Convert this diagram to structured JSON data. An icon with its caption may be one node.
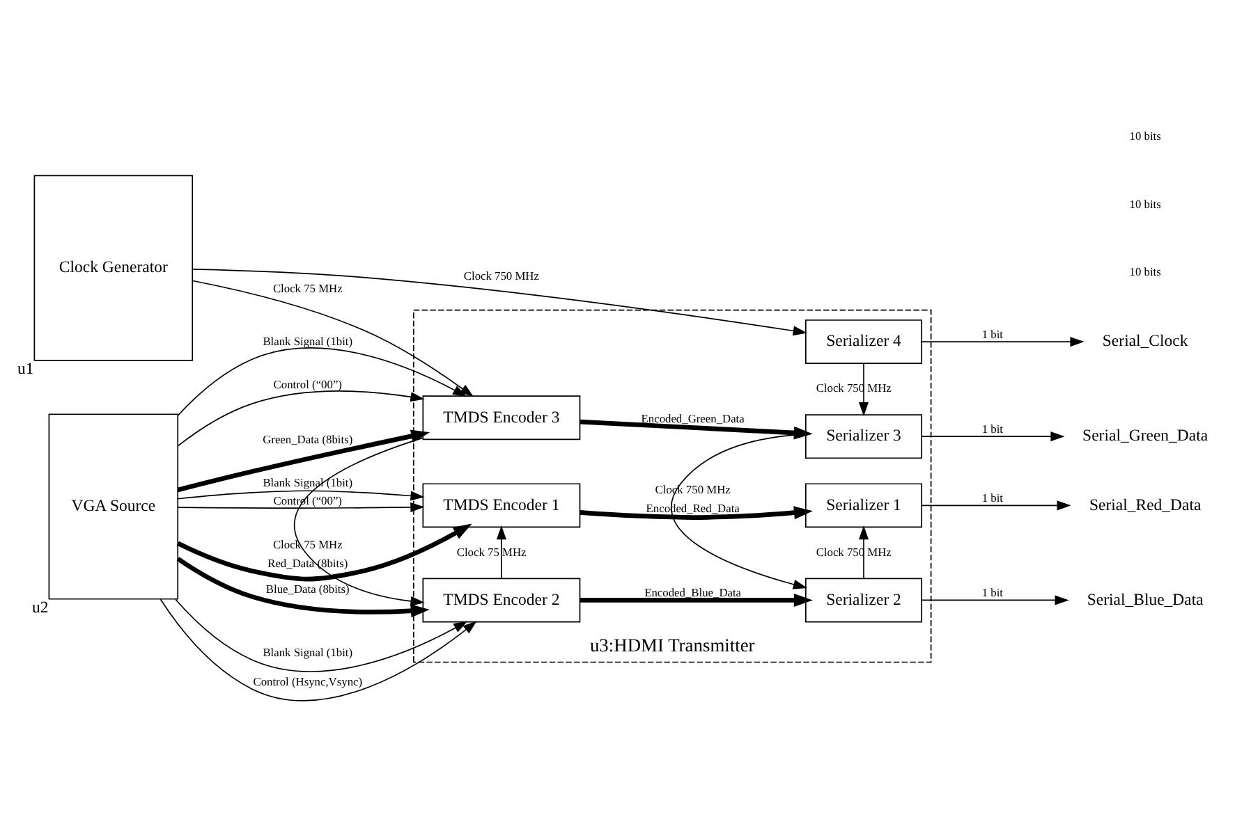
{
  "diagram": {
    "nodes": [
      {
        "text": [
          "u3:HDMI Transmitter"
        ]
      },
      {
        "text": [
          "VGA Source"
        ],
        "beside": [
          "u2"
        ]
      },
      {
        "text": [
          "Clock Generator"
        ],
        "beside": [
          "u1"
        ]
      },
      {
        "text": [
          "TMDS Encoder 1"
        ],
        "in": 0
      },
      {
        "text": [
          "TMDS Encoder 2"
        ],
        "in": 0
      },
      {
        "text": [
          "TMDS Encoder 3"
        ],
        "in": 0
      },
      {
        "text": [
          "Serializer 1"
        ],
        "in": 0
      },
      {
        "text": [
          "Serializer 2"
        ],
        "in": 0
      },
      {
        "text": [
          "Serializer 3"
        ],
        "in": 0
      },
      {
        "text": [
          "Serializer 4"
        ],
        "in": 0
      },
      {
        "text": [
          "Serial_Red_Data"
        ]
      },
      {
        "text": [
          "Serial_Blue_Data"
        ]
      },
      {
        "text": [
          "Serial_Green_Data"
        ]
      },
      {
        "text": [
          "Serial_Clock"
        ]
      }
    ],
    "edges": [
      {
        "from": 1,
        "to": 3,
        "arrow": "to",
        "label": "Blank Signal (1bit)"
      },
      {
        "from": 1,
        "to": 3,
        "arrow": "to",
        "label": "Control (“00”)"
      },
      {
        "from": 1,
        "to": 3,
        "arrow": "to",
        "label": "Red_Data (8bits)",
        "style": "thick"
      },
      {
        "from": 1,
        "to": 4,
        "arrow": "to",
        "label": "Blank Signal (1bit)"
      },
      {
        "from": 1,
        "to": 4,
        "arrow": "to",
        "label": "Control (Hsync,Vsync)"
      },
      {
        "from": 1,
        "to": 4,
        "arrow": "to",
        "label": "Blue_Data (8bits)",
        "style": "thick"
      },
      {
        "from": 1,
        "to": 5,
        "arrow": "to",
        "label": "Blank Signal (1bit)"
      },
      {
        "from": 1,
        "to": 5,
        "arrow": "to",
        "label": "Control (“00”)"
      },
      {
        "from": 1,
        "to": 5,
        "arrow": "to",
        "label": "Green_Data (8bits)",
        "style": "thick"
      },
      {
        "from": 4,
        "to": 3,
        "arrow": "to",
        "label": "Clock 75 MHz"
      },
      {
        "from": 5,
        "to": 4,
        "arrow": "to",
        "label": "Clock 75 MHz"
      },
      {
        "from": 2,
        "to": 5,
        "arrow": "to",
        "label": "Clock 75 MHz"
      },
      {
        "from": 3,
        "to": 6,
        "arrow": "to",
        "label": "Encoded_Red_Data",
        "style": "thick"
      },
      {
        "from": 4,
        "to": 7,
        "arrow": "to",
        "label": "Encoded_Blue_Data",
        "style": "thick"
      },
      {
        "from": 5,
        "to": 8,
        "arrow": "to",
        "label": "Encoded_Green_Data",
        "style": "thick"
      },
      {
        "from": 7,
        "to": 6,
        "arrow": "to",
        "label": "Clock 750 MHz"
      },
      {
        "from": 8,
        "to": 7,
        "arrow": "to",
        "label": "Clock 750 MHz"
      },
      {
        "from": 9,
        "to": 8,
        "arrow": "to",
        "label": "Clock 750 MHz"
      },
      {
        "from": 2,
        "to": 9,
        "arrow": "to",
        "label": "Clock 750 MHz"
      },
      {
        "from": 6,
        "to": 10,
        "arrow": "to",
        "label": "1 bit"
      },
      {
        "from": 7,
        "to": 11,
        "arrow": "to",
        "label": "1 bit"
      },
      {
        "from": 8,
        "to": 12,
        "arrow": "to",
        "label": "1 bit"
      },
      {
        "from": 9,
        "to": 13,
        "arrow": "to",
        "label": "1 bit"
      }
    ],
    "labels": [
      "10 bits",
      "10 bits",
      "10 bits"
    ]
  }
}
